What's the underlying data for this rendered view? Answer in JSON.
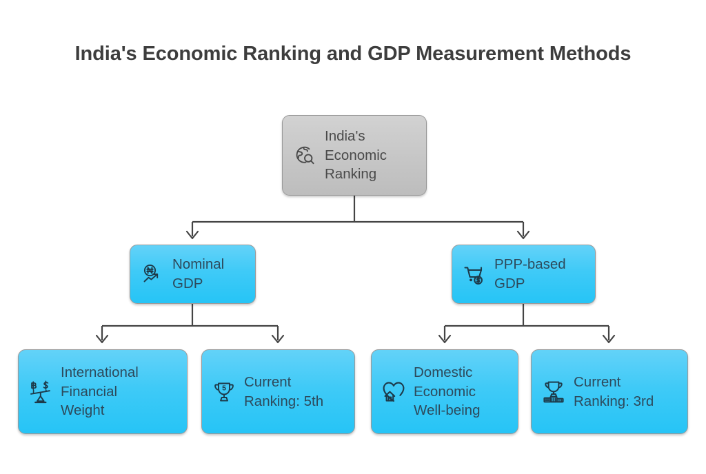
{
  "title": "India's Economic Ranking and GDP Measurement Methods",
  "colors": {
    "background": "#ffffff",
    "title_text": "#3d3d3d",
    "root_fill": "#c6c6c6",
    "branch_fill": "#29c5f6",
    "node_border": "#9a9a9a",
    "node_text": "#2d4a5c",
    "connector": "#444444"
  },
  "nodes": {
    "root": {
      "label": "India's\nEconomic\nRanking",
      "icon": "globe-search-icon"
    },
    "nominal": {
      "label": "Nominal\nGDP",
      "icon": "currency-trend-icon"
    },
    "ppp": {
      "label": "PPP-based\nGDP",
      "icon": "shopping-cart-dollar-icon"
    },
    "intl_weight": {
      "label": "International\nFinancial\nWeight",
      "icon": "currency-balance-scale-icon"
    },
    "rank_5th": {
      "label": "Current\nRanking: 5th",
      "icon": "trophy-five-icon",
      "trophy_number": "5"
    },
    "domestic": {
      "label": "Domestic\nEconomic\nWell-being",
      "icon": "heart-home-icon"
    },
    "rank_3rd": {
      "label": "Current\nRanking: 3rd",
      "icon": "trophy-podium-icon"
    }
  },
  "chart_data": {
    "type": "tree-diagram",
    "title": "India's Economic Ranking and GDP Measurement Methods",
    "root": "India's Economic Ranking",
    "edges": [
      {
        "from": "India's Economic Ranking",
        "to": "Nominal GDP"
      },
      {
        "from": "India's Economic Ranking",
        "to": "PPP-based GDP"
      },
      {
        "from": "Nominal GDP",
        "to": "International Financial Weight"
      },
      {
        "from": "Nominal GDP",
        "to": "Current Ranking: 5th"
      },
      {
        "from": "PPP-based GDP",
        "to": "Domestic Economic Well-being"
      },
      {
        "from": "PPP-based GDP",
        "to": "Current Ranking: 3rd"
      }
    ],
    "levels": [
      [
        "India's Economic Ranking"
      ],
      [
        "Nominal GDP",
        "PPP-based GDP"
      ],
      [
        "International Financial Weight",
        "Current Ranking: 5th",
        "Domestic Economic Well-being",
        "Current Ranking: 3rd"
      ]
    ]
  }
}
